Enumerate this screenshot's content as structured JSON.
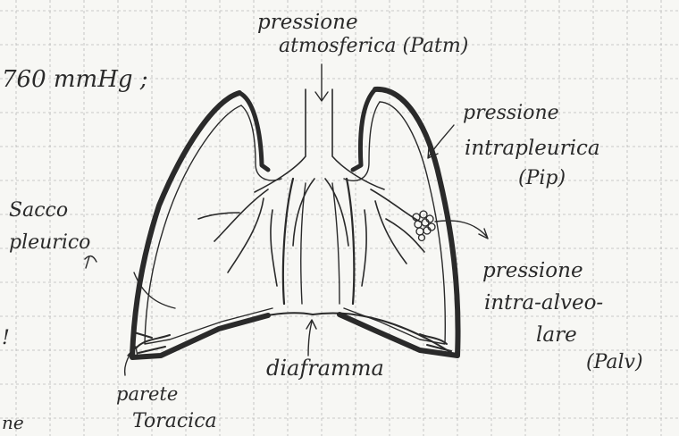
{
  "labels": {
    "atmospheric_pressure_line1": "pressione",
    "atmospheric_pressure_line2": "atmosferica (Patm)",
    "mmhg": "760 mmHg ;",
    "intrapleural_line1": "pressione",
    "intrapleural_line2": "intrapleurica",
    "intrapleural_line3": "(Pip)",
    "pleural_sac_line1": "Sacco",
    "pleural_sac_line2": "pleurico",
    "intraalveolar_line1": "pressione",
    "intraalveolar_line2": "intra-alveo-",
    "intraalveolar_line3": "lare",
    "intraalveolar_line4": "(Palv)",
    "diaphragm": "diaframma",
    "thoracic_wall_line1": "parete",
    "thoracic_wall_line2": "Toracica",
    "left_edge_mark": "!",
    "bottom_left_fragment": "ne"
  },
  "colors": {
    "paper": "#f7f7f4",
    "grid": "#b9b9b9",
    "ink": "#2a2a2a"
  }
}
